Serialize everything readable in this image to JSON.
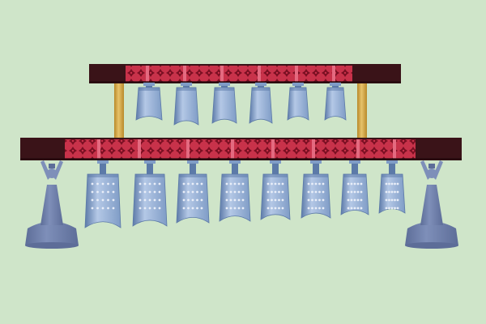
{
  "scene": {
    "name": "bianzhong-chime-bells",
    "colors": {
      "background": "#cfe5c9",
      "beam_dark": "#3a1318",
      "beam_red": "#c8324a",
      "beam_pattern": "#7a0f22",
      "beam_band": "#e46a80",
      "pillar": "#b8892a",
      "pillar_light": "#e7c26a",
      "bell": "#7f9cc6",
      "bell_light": "#b4c8e6",
      "bell_dark": "#5c7aa8",
      "bell_stud": "#e9eef8",
      "statue": "#7e8fb9",
      "statue_dark": "#5d6d98"
    },
    "upper_tier": {
      "bell_count": 6
    },
    "lower_tier": {
      "bell_count": 8
    },
    "supports": {
      "pillar_count": 2,
      "statue_count": 2
    }
  }
}
